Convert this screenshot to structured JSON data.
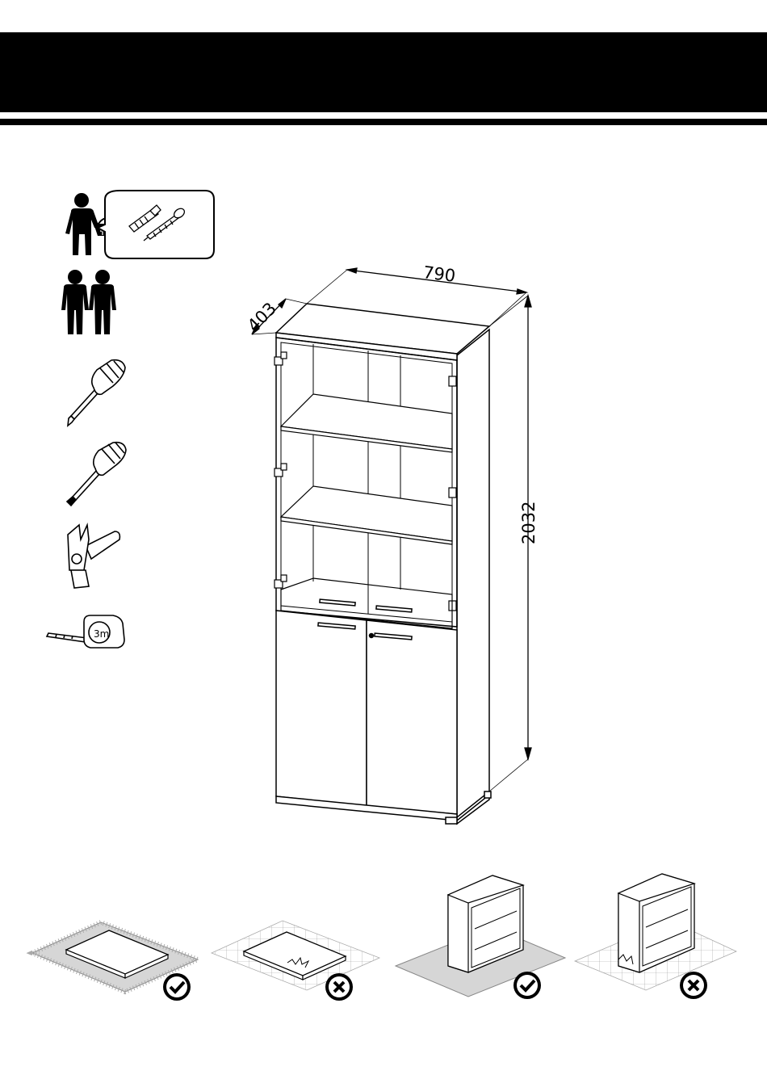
{
  "header": {
    "title": ""
  },
  "requirements": {
    "items": [
      {
        "icon": "hardware-not-included-icon",
        "meaning": ""
      },
      {
        "icon": "two-people-icon",
        "meaning": ""
      },
      {
        "icon": "phillips-screwdriver-icon",
        "meaning": ""
      },
      {
        "icon": "flat-screwdriver-icon",
        "meaning": ""
      },
      {
        "icon": "hammer-icon",
        "meaning": ""
      },
      {
        "icon": "tape-measure-icon",
        "meaning": ""
      }
    ],
    "tape_label": "3m"
  },
  "cabinet": {
    "width": "790",
    "depth": "403",
    "height": "2032"
  },
  "surface_guidance": [
    {
      "scene": "panel-on-protective-mat",
      "status": "correct",
      "icon": "check-circle-icon"
    },
    {
      "scene": "panel-on-bare-floor",
      "status": "incorrect",
      "icon": "cross-circle-icon"
    },
    {
      "scene": "cabinet-on-protective-mat",
      "status": "correct",
      "icon": "check-circle-icon"
    },
    {
      "scene": "cabinet-on-bare-floor",
      "status": "incorrect",
      "icon": "cross-circle-icon"
    }
  ],
  "colors": {
    "ink": "#000000",
    "mat": "#d6d6d6",
    "paper": "#ffffff"
  }
}
